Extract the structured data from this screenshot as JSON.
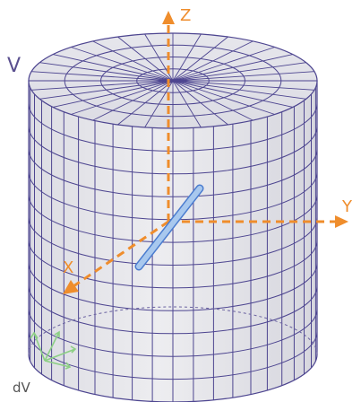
{
  "labels": {
    "volume": "V",
    "z_axis": "Z",
    "y_axis": "Y",
    "x_axis": "X",
    "volume_element": "dV"
  },
  "colors": {
    "cylinder_fill": "#e3e3e8",
    "mesh_lines": "#4d4590",
    "axes": "#ef8d2c",
    "rod_fill": "#a8c8ee",
    "rod_stroke": "#4a7ccf",
    "dv_arrows": "#8ccf84"
  },
  "icons": {
    "dv_arrows": "green-vector-arrows-icon"
  }
}
